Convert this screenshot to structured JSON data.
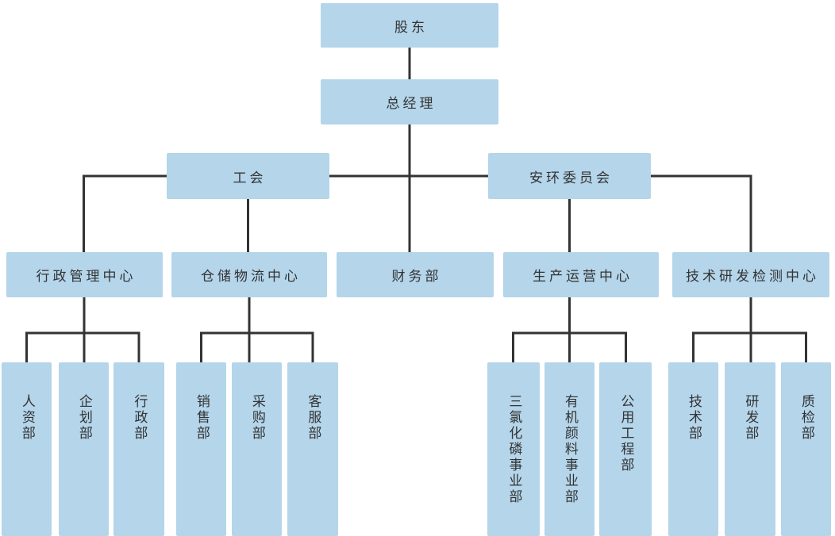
{
  "colors": {
    "background": "#ffffff",
    "node_fill": "#b4d5ea",
    "connector": "#333333",
    "text": "#333333"
  },
  "org": {
    "shareholders": {
      "label": "股东"
    },
    "general_manager": {
      "label": "总经理",
      "reports_to": "股东"
    },
    "labor_union": {
      "label": "工会",
      "reports_to": "总经理"
    },
    "safety_env_committee": {
      "label": "安环委员会",
      "reports_to": "总经理"
    },
    "admin_mgmt_center": {
      "label": "行政管理中心",
      "reports_to": "工会"
    },
    "warehouse_logistics_center": {
      "label": "仓储物流中心",
      "reports_to": "工会"
    },
    "finance_dept": {
      "label": "财务部",
      "reports_to": "总经理"
    },
    "production_ops_center": {
      "label": "生产运营中心",
      "reports_to": "安环委员会"
    },
    "tech_rd_testing_center": {
      "label": "技术研发检测中心",
      "reports_to": "安环委员会"
    },
    "hr_dept": {
      "label": "人资部",
      "reports_to": "行政管理中心"
    },
    "planning_dept": {
      "label": "企划部",
      "reports_to": "行政管理中心"
    },
    "admin_dept": {
      "label": "行政部",
      "reports_to": "行政管理中心"
    },
    "sales_dept": {
      "label": "销售部",
      "reports_to": "仓储物流中心"
    },
    "purchasing_dept": {
      "label": "采购部",
      "reports_to": "仓储物流中心"
    },
    "customer_service_dept": {
      "label": "客服部",
      "reports_to": "仓储物流中心"
    },
    "phosphorus_trichloride_division": {
      "label": "三氯化磷事业部",
      "reports_to": "生产运营中心"
    },
    "organic_pigment_division": {
      "label": "有机颜料事业部",
      "reports_to": "生产运营中心"
    },
    "utility_engineering_dept": {
      "label": "公用工程部",
      "reports_to": "生产运营中心"
    },
    "technology_dept": {
      "label": "技术部",
      "reports_to": "技术研发检测中心"
    },
    "rnd_dept": {
      "label": "研发部",
      "reports_to": "技术研发检测中心"
    },
    "quality_inspection_dept": {
      "label": "质检部",
      "reports_to": "技术研发检测中心"
    }
  }
}
